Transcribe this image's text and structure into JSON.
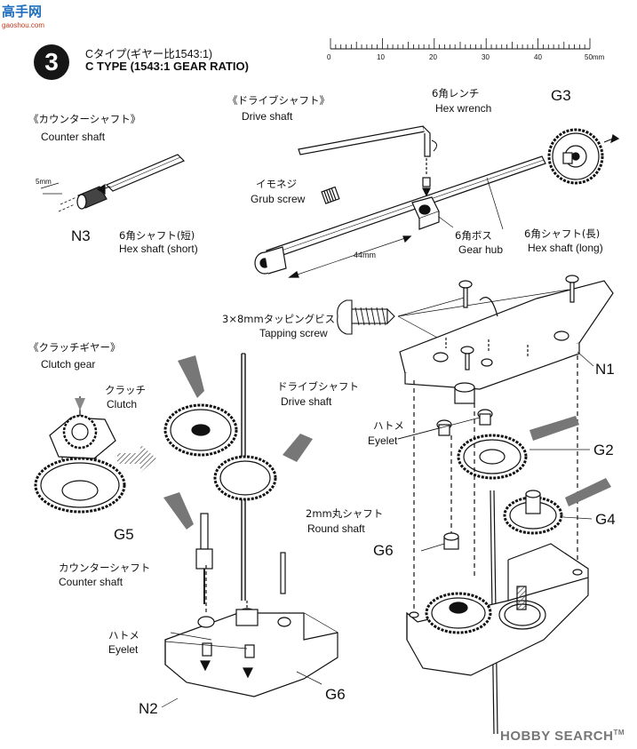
{
  "watermark": {
    "site_cn": "高手网",
    "site_url": "gaoshou.com"
  },
  "step": {
    "number": "3",
    "title_jp": "Cタイプ(ギヤー比1543:1)",
    "title_en": "C TYPE (1543:1 GEAR RATIO)"
  },
  "ruler": {
    "ticks": [
      "0",
      "10",
      "20",
      "30",
      "40",
      "50mm"
    ]
  },
  "counter_shaft_section": {
    "title_jp": "《カウンターシャフト》",
    "title_en": "Counter shaft",
    "dim": "5mm",
    "part": "N3",
    "shaft_jp": "6角シャフト(短)",
    "shaft_en": "Hex shaft (short)"
  },
  "drive_shaft_section": {
    "title_jp": "《ドライブシャフト》",
    "title_en": "Drive shaft",
    "wrench_jp": "6角レンチ",
    "wrench_en": "Hex wrench",
    "grub_jp": "イモネジ",
    "grub_en": "Grub screw",
    "hub_jp": "6角ボス",
    "hub_en": "Gear hub",
    "long_jp": "6角シャフト(長)",
    "long_en": "Hex shaft (long)",
    "dim": "44mm",
    "part": "G3"
  },
  "tapping_screw": {
    "jp": "3×8mmタッピングビス",
    "en": "Tapping screw"
  },
  "clutch_section": {
    "title_jp": "《クラッチギヤー》",
    "title_en": "Clutch gear",
    "clutch_jp": "クラッチ",
    "clutch_en": "Clutch",
    "part": "G5",
    "drive_jp": "ドライブシャフト",
    "drive_en": "Drive shaft",
    "round_jp": "2mm丸シャフト",
    "round_en": "Round shaft",
    "counter_jp": "カウンターシャフト",
    "counter_en": "Counter shaft",
    "eyelet_jp": "ハトメ",
    "eyelet_en": "Eyelet",
    "part_n2": "N2",
    "part_g6": "G6"
  },
  "right_assembly": {
    "part_n1": "N1",
    "eyelet_jp": "ハトメ",
    "eyelet_en": "Eyelet",
    "part_g2": "G2",
    "part_g4": "G4",
    "part_g6": "G6"
  },
  "brand": {
    "name": "HOBBY SEARCH",
    "tm": "TM"
  }
}
